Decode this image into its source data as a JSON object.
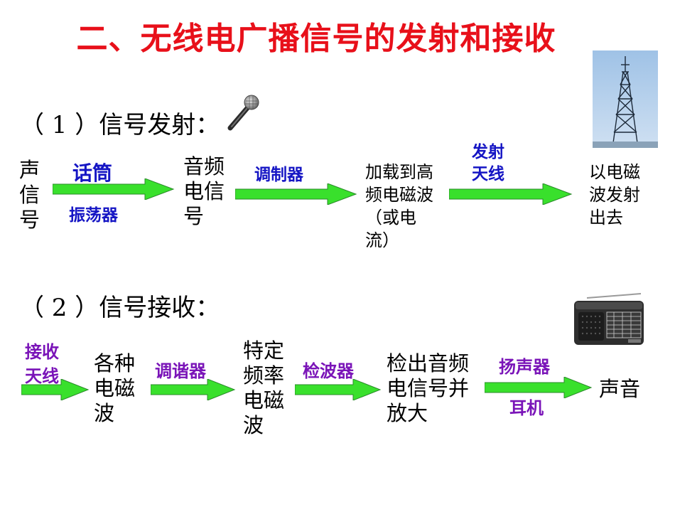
{
  "title": "二、无线电广播信号的发射和接收",
  "section1": {
    "heading": "（ 1 ）信号发射：",
    "nodes": {
      "n1": [
        "声",
        "信",
        "号"
      ],
      "n2": [
        "音频",
        "电信",
        "号"
      ],
      "n3": [
        "加载到高",
        "频电磁波",
        "（或电",
        "流）"
      ],
      "n4": [
        "以电磁",
        "波发射",
        "出去"
      ]
    },
    "arrows": {
      "a1_top": "话筒",
      "a1_bottom": "振荡器",
      "a2_top": "调制器",
      "a3_top": [
        "发射",
        "天线"
      ]
    }
  },
  "section2": {
    "heading": "（ 2 ）信号接收：",
    "nodes": {
      "n0": [
        "接收",
        "天线"
      ],
      "n1": [
        "各种",
        "电磁",
        "波"
      ],
      "n2": [
        "特定",
        "频率",
        "电磁",
        "波"
      ],
      "n3": [
        "检出音频",
        "电信号并",
        "放大"
      ],
      "n4": "声音"
    },
    "arrows": {
      "a1_top": "调谐器",
      "a2_top": "检波器",
      "a3_top": "扬声器",
      "a3_bottom": "耳机"
    }
  },
  "colors": {
    "title": "#e8101a",
    "arrow_green": "#39e02c",
    "label_blue": "#1515c4",
    "label_purple": "#7a14b8"
  },
  "icons": [
    "microphone-icon",
    "antenna-tower-photo",
    "radio-receiver-photo"
  ]
}
